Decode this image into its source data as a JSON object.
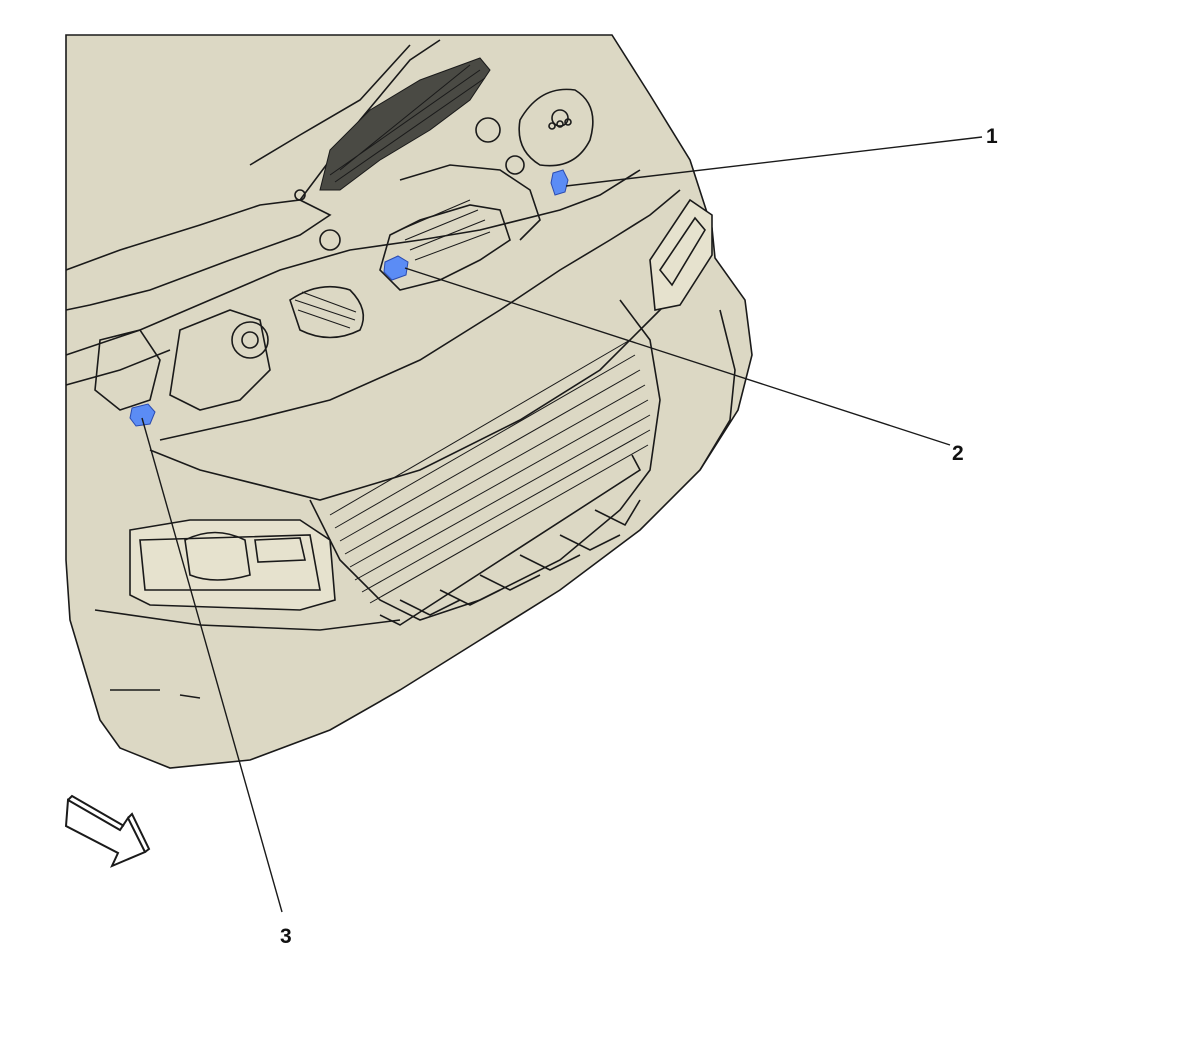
{
  "diagram": {
    "callouts": [
      {
        "id": "1",
        "label": "1"
      },
      {
        "id": "2",
        "label": "2"
      },
      {
        "id": "3",
        "label": "3"
      }
    ],
    "icons": [
      "front-direction-arrow-icon"
    ],
    "colors": {
      "body": "#dcd8c4",
      "line": "#1a1a1a",
      "highlight": "#5b8cf5",
      "background": "#ffffff"
    }
  }
}
